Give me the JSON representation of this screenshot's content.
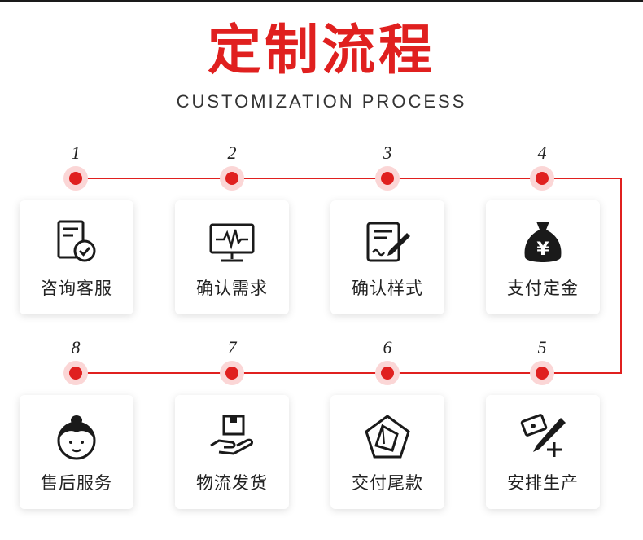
{
  "header": {
    "title": "定制流程",
    "subtitle": "CUSTOMIZATION PROCESS"
  },
  "colors": {
    "accent": "#e0201f",
    "line": "#e0201f",
    "text": "#222222"
  },
  "steps": [
    {
      "number": "1",
      "label": "咨询客服",
      "icon": "document-check-icon"
    },
    {
      "number": "2",
      "label": "确认需求",
      "icon": "monitor-pulse-icon"
    },
    {
      "number": "3",
      "label": "确认样式",
      "icon": "document-pen-icon"
    },
    {
      "number": "4",
      "label": "支付定金",
      "icon": "money-bag-yen-icon"
    },
    {
      "number": "5",
      "label": "安排生产",
      "icon": "ticket-pencil-plus-icon"
    },
    {
      "number": "6",
      "label": "交付尾款",
      "icon": "pentagon-diamond-icon"
    },
    {
      "number": "7",
      "label": "物流发货",
      "icon": "hand-box-icon"
    },
    {
      "number": "8",
      "label": "售后服务",
      "icon": "customer-service-icon"
    }
  ]
}
